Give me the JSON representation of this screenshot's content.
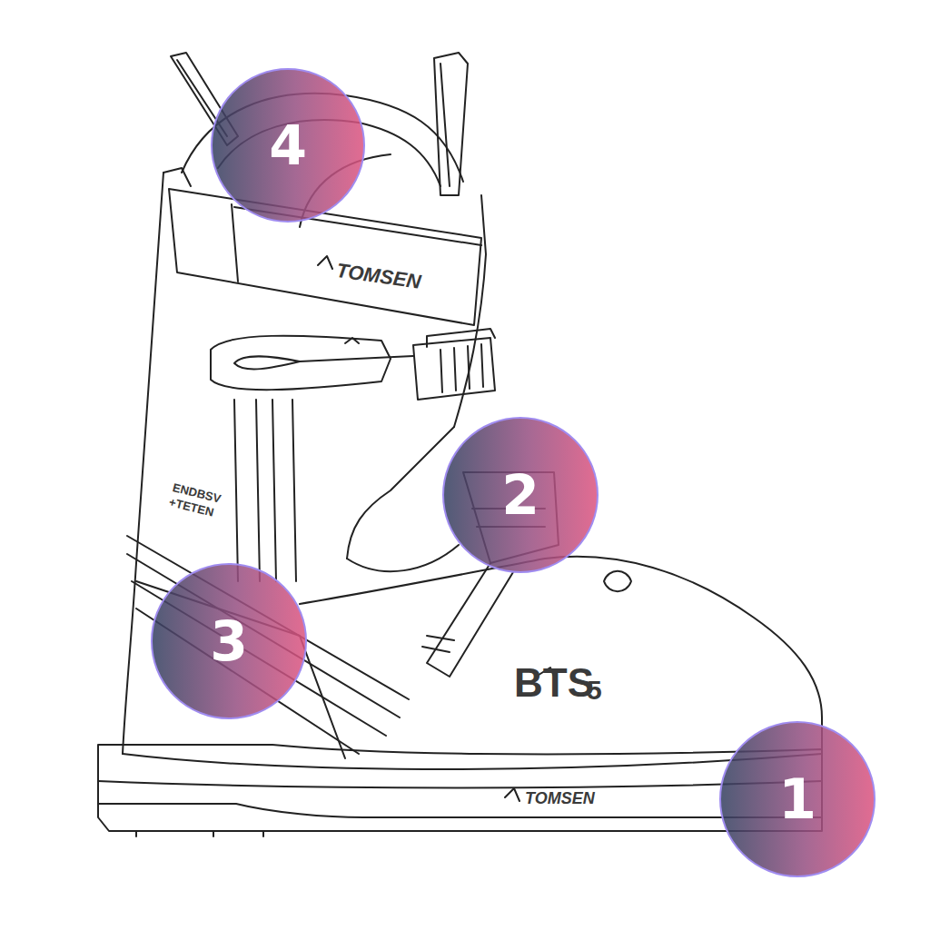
{
  "diagram": {
    "nodes": [
      {
        "text": [
          "4"
        ]
      },
      {
        "text": [
          "2"
        ]
      },
      {
        "text": [
          "3"
        ]
      },
      {
        "text": [
          "1"
        ]
      }
    ],
    "labels": [
      "TOMSEN",
      "ENDBSV",
      "+TETEN",
      "BTS",
      "5",
      "TOMSEN"
    ]
  }
}
